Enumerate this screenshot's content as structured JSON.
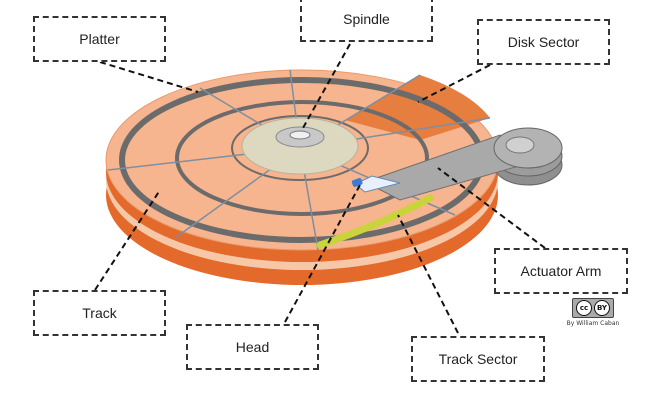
{
  "labels": {
    "platter": "Platter",
    "spindle": "Spindle",
    "disk_sector": "Disk Sector",
    "actuator_arm": "Actuator Arm",
    "track": "Track",
    "head": "Head",
    "track_sector": "Track Sector"
  },
  "license": {
    "cc": "cc",
    "by": "BY",
    "credit": "By William Caban"
  },
  "icons": {
    "license": "cc-by-icon"
  },
  "colors": {
    "platter": "#f6b48f",
    "platter_edge": "#e36a2a",
    "track_ring": "#6b6b6b",
    "sector": "#e57e3f",
    "track_sector": "#c9d43a",
    "spindle": "#ddd8c0",
    "arm": "#a9a9a9"
  }
}
